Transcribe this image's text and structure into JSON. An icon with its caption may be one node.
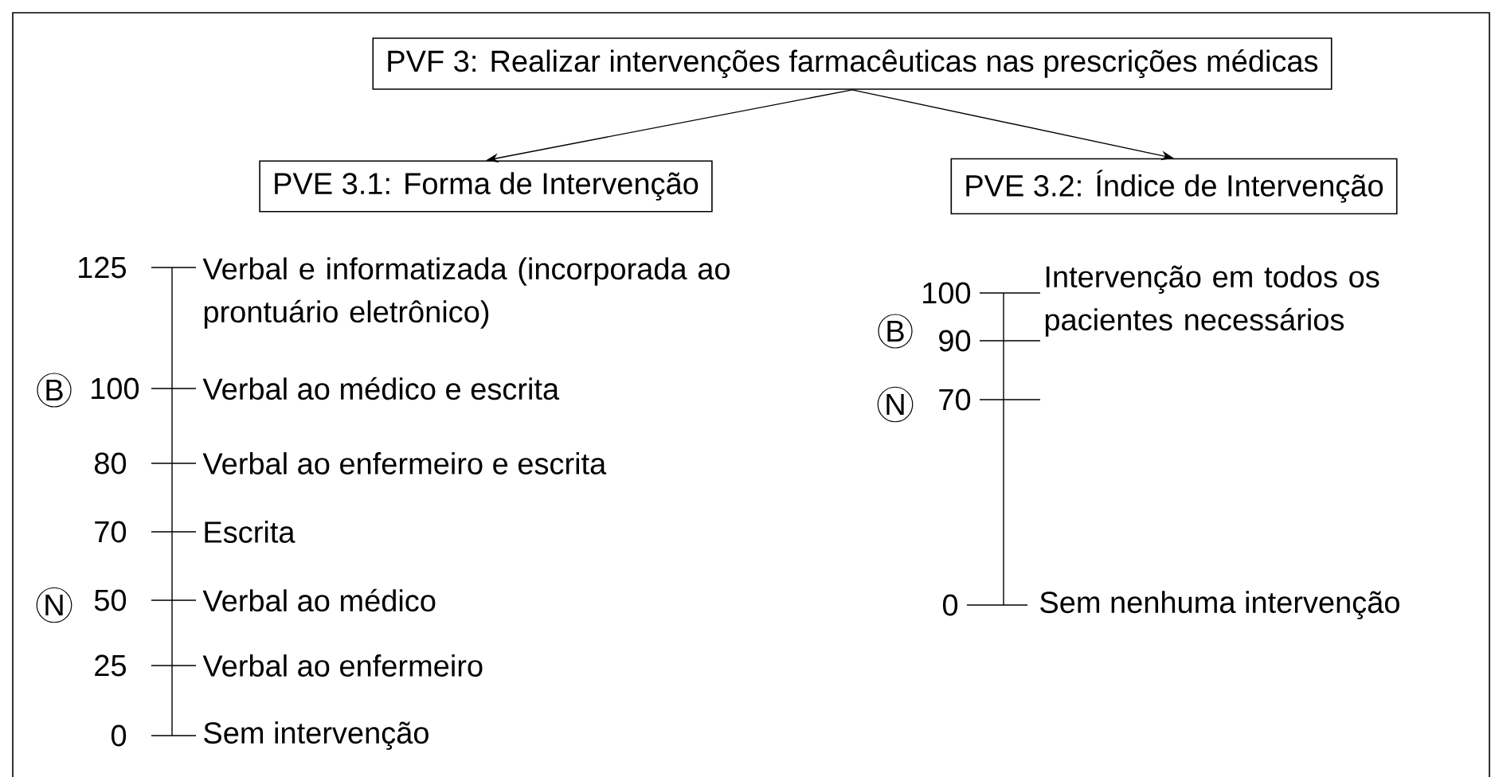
{
  "diagram": {
    "nodes": [
      {
        "text": [
          "PVF 3: Realizar intervenções farmacêuticas nas prescrições médicas"
        ]
      },
      {
        "text": [
          "PVE 3.1: Forma de Intervenção"
        ]
      },
      {
        "text": [
          "PVE 3.2: Índice de Intervenção"
        ]
      }
    ],
    "edges": [
      {
        "from": 0,
        "to": 1,
        "arrow": "to"
      },
      {
        "from": 0,
        "to": 2,
        "arrow": "to"
      }
    ],
    "labels": [
      "125",
      "Verbal e informatizada (incorporada ao prontuário eletrônico)",
      "B",
      "100",
      "Verbal ao médico e escrita",
      "80",
      "Verbal ao enfermeiro e escrita",
      "70",
      "Escrita",
      "N",
      "50",
      "Verbal ao médico",
      "25",
      "Verbal ao enfermeiro",
      "0",
      "Sem intervenção",
      "100",
      "Intervenção em todos os pacientes necessários",
      "B",
      "90",
      "N",
      "70",
      "0",
      "Sem nenhuma intervenção"
    ]
  }
}
